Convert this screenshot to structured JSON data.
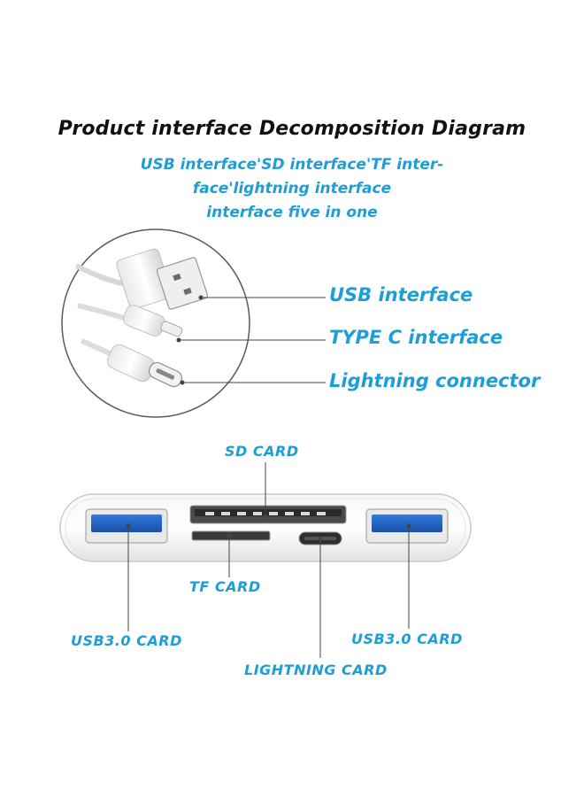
{
  "title": "Product interface Decomposition Diagram",
  "subtitle_lines": [
    "USB interface'SD interface'TF inter-",
    "face'lightning interface",
    "interface five in one"
  ],
  "cable_labels": {
    "usb": "USB interface",
    "type_c": "TYPE C interface",
    "lightning": "Lightning connector"
  },
  "hub_labels": {
    "sd_card": "SD CARD",
    "tf_card": "TF CARD",
    "usb3_left": "USB3.0 CARD",
    "usb3_right": "USB3.0 CARD",
    "lightning_card": "LIGHTNING CARD"
  },
  "colors": {
    "accent": "#1d9ed6",
    "title": "#111111",
    "usb_port": "#1f63c6"
  }
}
